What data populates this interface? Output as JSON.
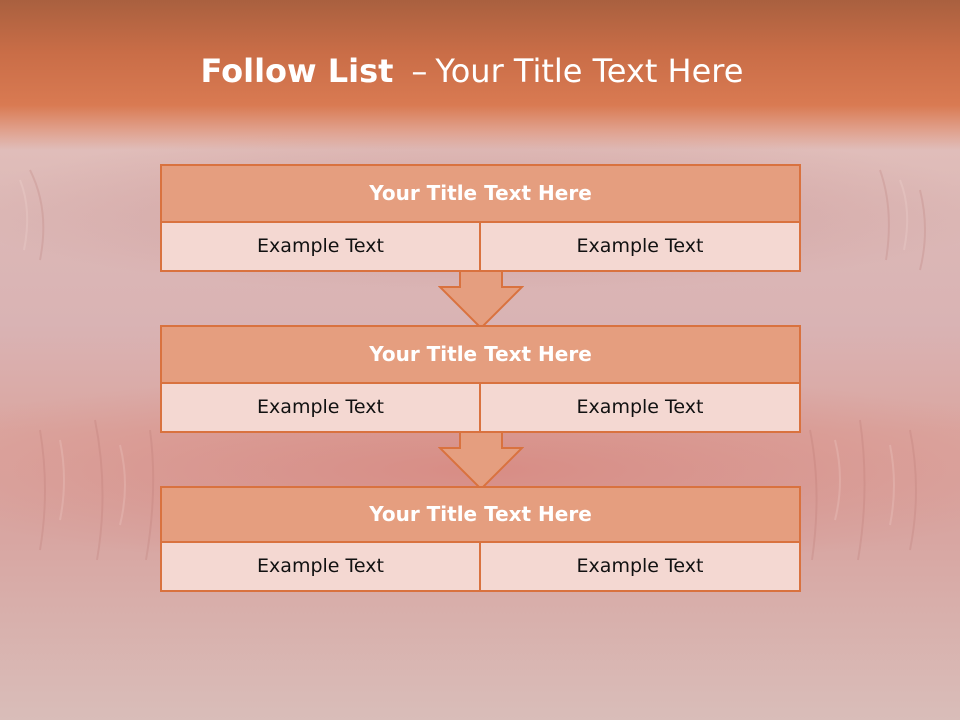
{
  "title": {
    "bold": "Follow List",
    "dash": "–",
    "rest": "Your Title Text Here"
  },
  "blocks": [
    {
      "title": "Your Title Text Here",
      "left": "Example Text",
      "right": "Example Text"
    },
    {
      "title": "Your Title Text Here",
      "left": "Example Text",
      "right": "Example Text"
    },
    {
      "title": "Your Title Text Here",
      "left": "Example Text",
      "right": "Example Text"
    }
  ],
  "colors": {
    "header": "#d97a52",
    "box_title_fill": "#e59e7f",
    "box_cell_fill": "#f4d8d2",
    "border": "#d9723f"
  }
}
